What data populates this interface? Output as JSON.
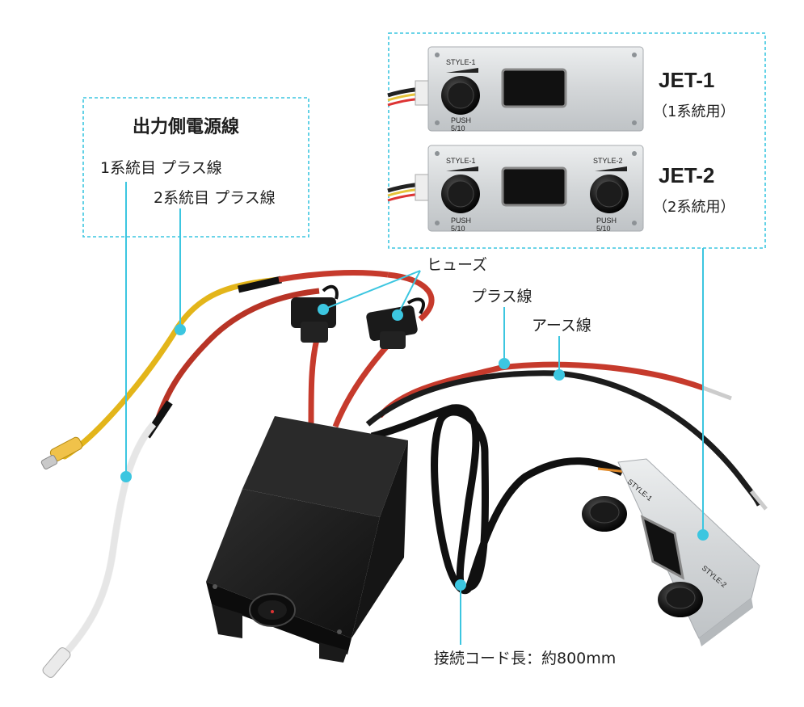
{
  "accent_color": "#3cc6e0",
  "output_box": {
    "title": "出力側電源線",
    "line1": "1系統目 プラス線",
    "line2": "2系統目 プラス線"
  },
  "controllers": {
    "jet1": {
      "name": "JET-1",
      "desc": "（1系統用）",
      "style_label": "STYLE-1",
      "push_label": "PUSH",
      "push_value": "5/10"
    },
    "jet2": {
      "name": "JET-2",
      "desc": "（2系統用）",
      "style1_label": "STYLE-1",
      "style2_label": "STYLE-2",
      "push_label": "PUSH",
      "push_value": "5/10"
    }
  },
  "callouts": {
    "fuse": "ヒューズ",
    "plus": "プラス線",
    "ground": "アース線",
    "cord": "接続コード長：約800mm"
  }
}
